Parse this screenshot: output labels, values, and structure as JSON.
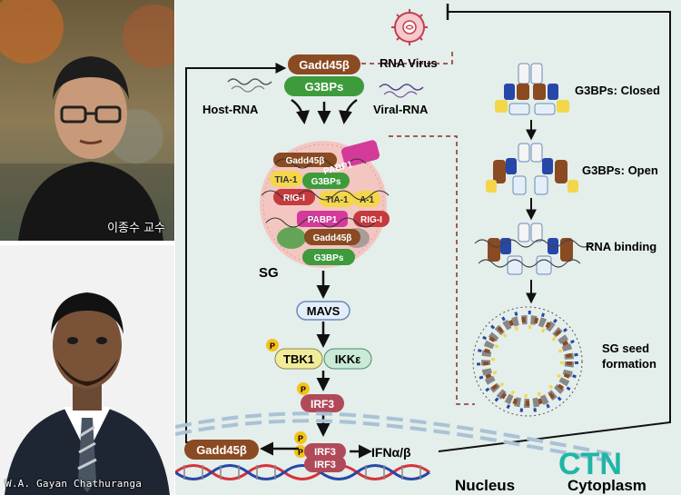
{
  "photos": {
    "top_caption": "이종수 교수",
    "bottom_caption": "W.A. Gayan Chathuranga"
  },
  "diagram": {
    "virus": "RNA Virus",
    "gadd45b": "Gadd45β",
    "g3bps": "G3BPs",
    "host_rna": "Host-RNA",
    "viral_rna": "Viral-RNA",
    "sg": "SG",
    "sg_contents": [
      "PABP1",
      "Gadd45β",
      "TIA-1",
      "G3BPs",
      "RIG-I",
      "TIA-1",
      "A-1",
      "PABP1",
      "RIG-I",
      "Gadd45β",
      "G3BPs"
    ],
    "mavs": "MAVS",
    "tbk1": "TBK1",
    "ikke": "IKKε",
    "irf3": "IRF3",
    "p": "P",
    "ifn": "IFNα/β",
    "nucleus": "Nucleus",
    "cytoplasm": "Cytoplasm",
    "logo": "CTN",
    "right_steps": [
      "G3BPs: Closed",
      "G3BPs: Open",
      "RNA binding",
      "SG seed",
      "formation"
    ]
  },
  "colors": {
    "diagram_bg": "#e4eeea",
    "gadd45b": "#8a4a22",
    "g3bps": "#3e9b3c",
    "irf3": "#b04a5a",
    "tbk1": "#f1eb9a",
    "ikke": "#c8ead6",
    "mavs": "#e4eef8",
    "pabp1": "#d43a9a",
    "rigi": "#c53a3e",
    "tia1": "#f3d64a",
    "logo": "#1fb6a6",
    "dna_red": "#d8323a",
    "dna_blue": "#2747a8"
  }
}
